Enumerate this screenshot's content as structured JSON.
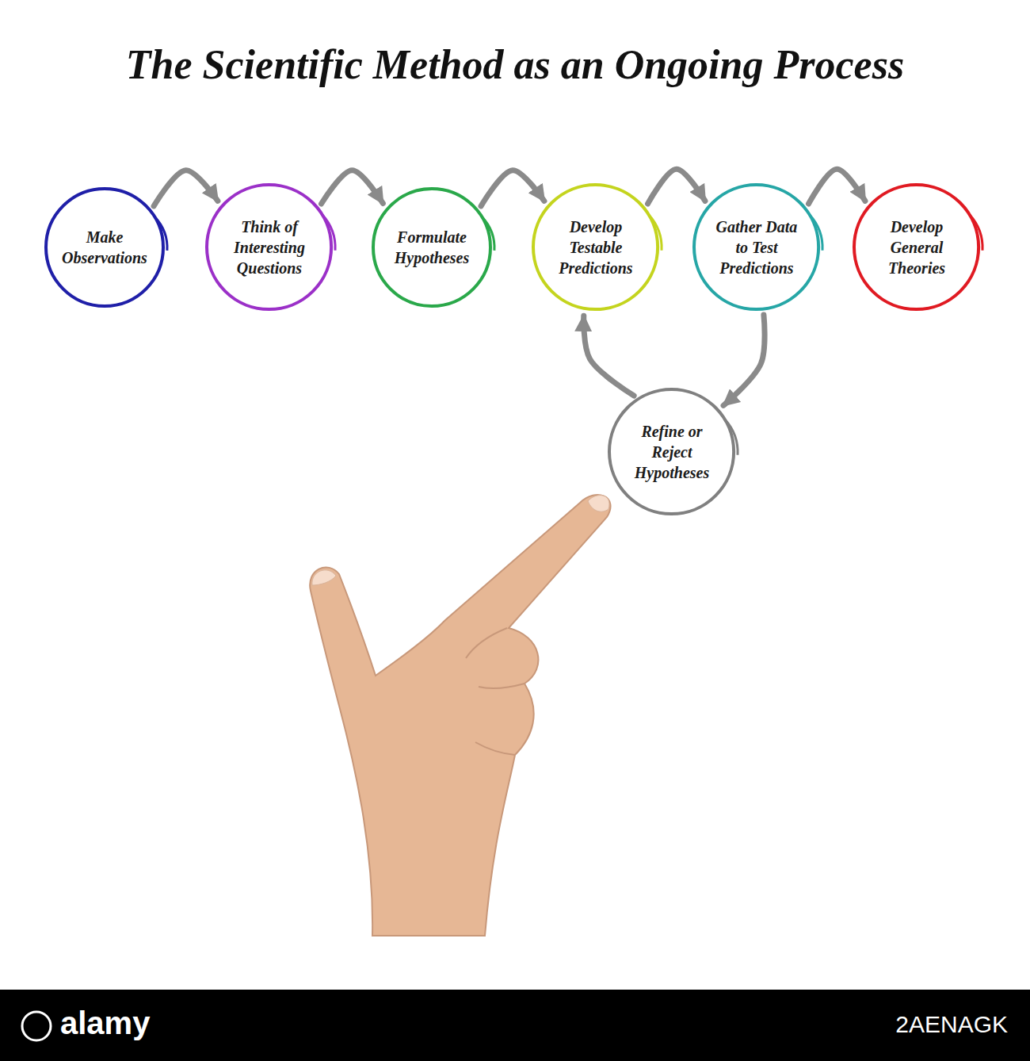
{
  "diagram": {
    "title": "The Scientific Method as an Ongoing Process",
    "nodes": [
      {
        "text": [
          "Make Observations"
        ]
      },
      {
        "text": [
          "Think of Interesting Questions"
        ]
      },
      {
        "text": [
          "Formulate Hypotheses"
        ]
      },
      {
        "text": [
          "Develop Testable Predictions"
        ]
      },
      {
        "text": [
          "Gather Data to Test Predictions"
        ]
      },
      {
        "text": [
          "Develop General Theories"
        ]
      },
      {
        "text": [
          "Refine or Reject Hypotheses"
        ]
      }
    ],
    "edges": [
      {
        "from": 0,
        "to": 1,
        "arrow": "to"
      },
      {
        "from": 1,
        "to": 2,
        "arrow": "to"
      },
      {
        "from": 2,
        "to": 3,
        "arrow": "to"
      },
      {
        "from": 3,
        "to": 4,
        "arrow": "to"
      },
      {
        "from": 4,
        "to": 5,
        "arrow": "to"
      },
      {
        "from": 4,
        "to": 6,
        "arrow": "to"
      },
      {
        "from": 6,
        "to": 3,
        "arrow": "to"
      }
    ],
    "labels": [
      "alamy",
      "2AENAGK"
    ]
  }
}
